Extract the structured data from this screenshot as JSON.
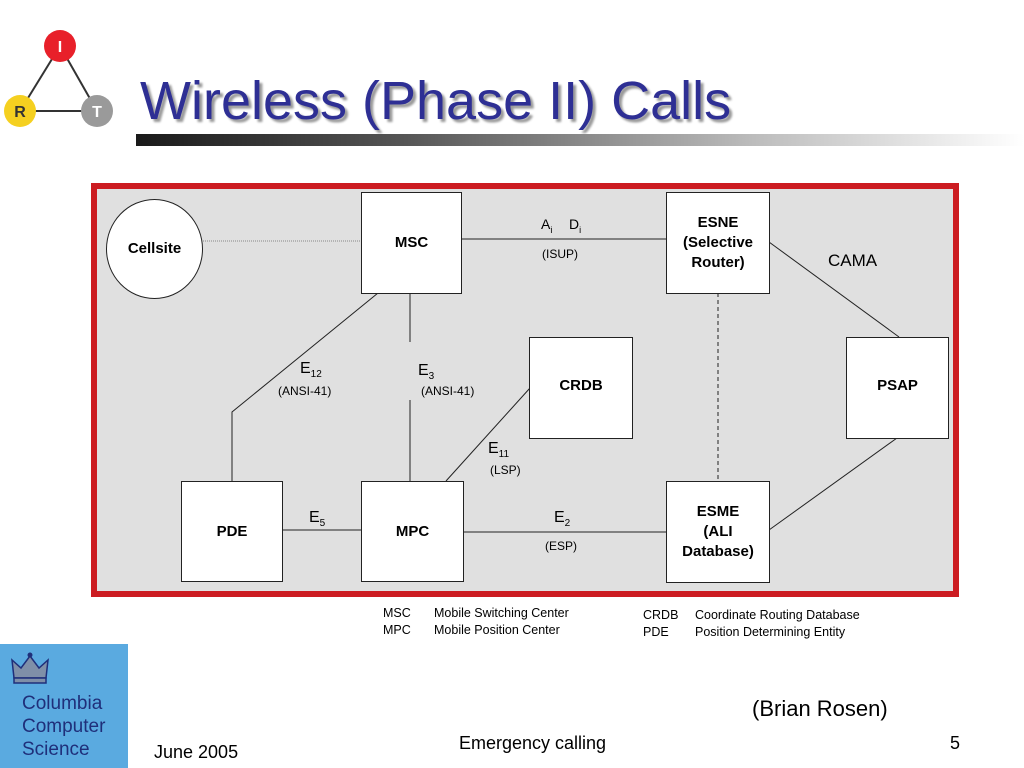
{
  "slide": {
    "title": "Wireless (Phase II) Calls",
    "credit": "(Brian Rosen)",
    "date": "June 2005",
    "footer": "Emergency calling",
    "page_number": "5"
  },
  "logo": {
    "top_letter": "I",
    "left_letter": "R",
    "right_letter": "T",
    "colors": {
      "top": "#e8202a",
      "left": "#f5d020",
      "right": "#9a9a9a"
    }
  },
  "institution": {
    "lines": [
      "Columbia",
      "Computer",
      "Science"
    ],
    "color": "#5aaae0"
  },
  "colors": {
    "frame": "#cc1c21",
    "title": "#2e2f94",
    "panel": "#e0e0e0"
  },
  "diagram": {
    "nodes": {
      "cellsite": {
        "label": "Cellsite"
      },
      "msc": {
        "label": "MSC"
      },
      "esne": {
        "lines": [
          "ESNE",
          "(Selective",
          "Router)"
        ]
      },
      "crdb": {
        "label": "CRDB"
      },
      "psap": {
        "label": "PSAP"
      },
      "pde": {
        "label": "PDE"
      },
      "mpc": {
        "label": "MPC"
      },
      "esme": {
        "lines": [
          "ESME",
          "(ALI",
          "Database)"
        ]
      }
    },
    "links": {
      "ai": {
        "main": "A",
        "sub": "i"
      },
      "di": {
        "main": "D",
        "sub": "i"
      },
      "isup": "(ISUP)",
      "cama": "CAMA",
      "e12": {
        "main": "E",
        "sub": "12",
        "protocol": "(ANSI-41)"
      },
      "e3": {
        "main": "E",
        "sub": "3",
        "protocol": "(ANSI-41)"
      },
      "e11": {
        "main": "E",
        "sub": "11",
        "protocol": "(LSP)"
      },
      "e5": {
        "main": "E",
        "sub": "5"
      },
      "e2": {
        "main": "E",
        "sub": "2",
        "protocol": "(ESP)"
      }
    }
  },
  "legend": {
    "left": [
      {
        "abbr": "MSC",
        "meaning": "Mobile Switching Center"
      },
      {
        "abbr": "MPC",
        "meaning": "Mobile Position Center"
      }
    ],
    "right": [
      {
        "abbr": "CRDB",
        "meaning": "Coordinate Routing Database"
      },
      {
        "abbr": "PDE",
        "meaning": "Position Determining Entity"
      }
    ]
  }
}
